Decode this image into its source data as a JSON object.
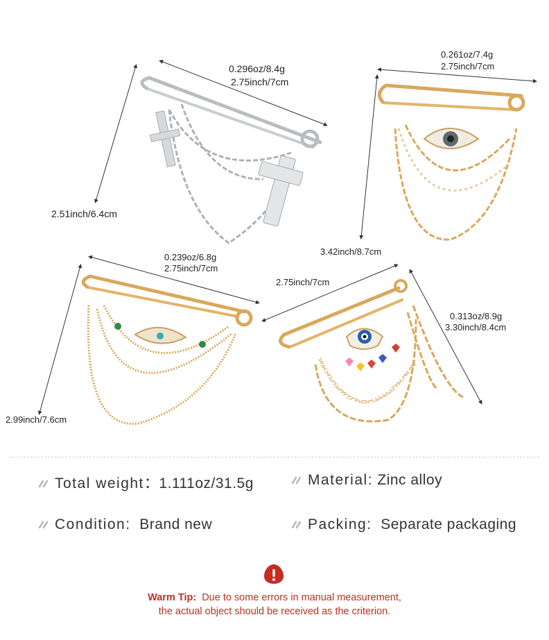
{
  "dimensions": {
    "silver_weight": "0.296oz/8.4g",
    "silver_length": "2.75inch/7cm",
    "silver_height": "2.51inch/6.4cm",
    "gold_eye_weight": "0.261oz/7.4g",
    "gold_eye_length": "2.75inch/7cm",
    "gold_eye_height": "3.42inch/8.7cm",
    "gold_bead_weight": "0.239oz/6.8g",
    "gold_bead_length": "2.75inch/7cm",
    "gold_bead_height": "2.99inch/7.6cm",
    "gold_heart_length": "2.75inch/7cm",
    "gold_heart_weight": "0.313oz/8.9g",
    "gold_heart_height": "3.30inch/8.4cm"
  },
  "specs": {
    "total_weight_label": "Total weight",
    "total_weight_sep": "：",
    "total_weight_value": "1.111oz/31.5g",
    "material_label": "Material:",
    "material_value": "Zinc alloy",
    "condition_label": "Condition:",
    "condition_value": "Brand new",
    "packing_label": "Packing:",
    "packing_value": "Separate packaging"
  },
  "warning": {
    "label": "Warm Tip:",
    "line1": "Due to some errors in manual measurement,",
    "line2": "the actual object should be received as the criterion."
  },
  "colors": {
    "gold": "#d9a85c",
    "silver": "#c7c9cc",
    "warning_red": "#c62c22",
    "bullet_gray": "#b5b5b5"
  }
}
